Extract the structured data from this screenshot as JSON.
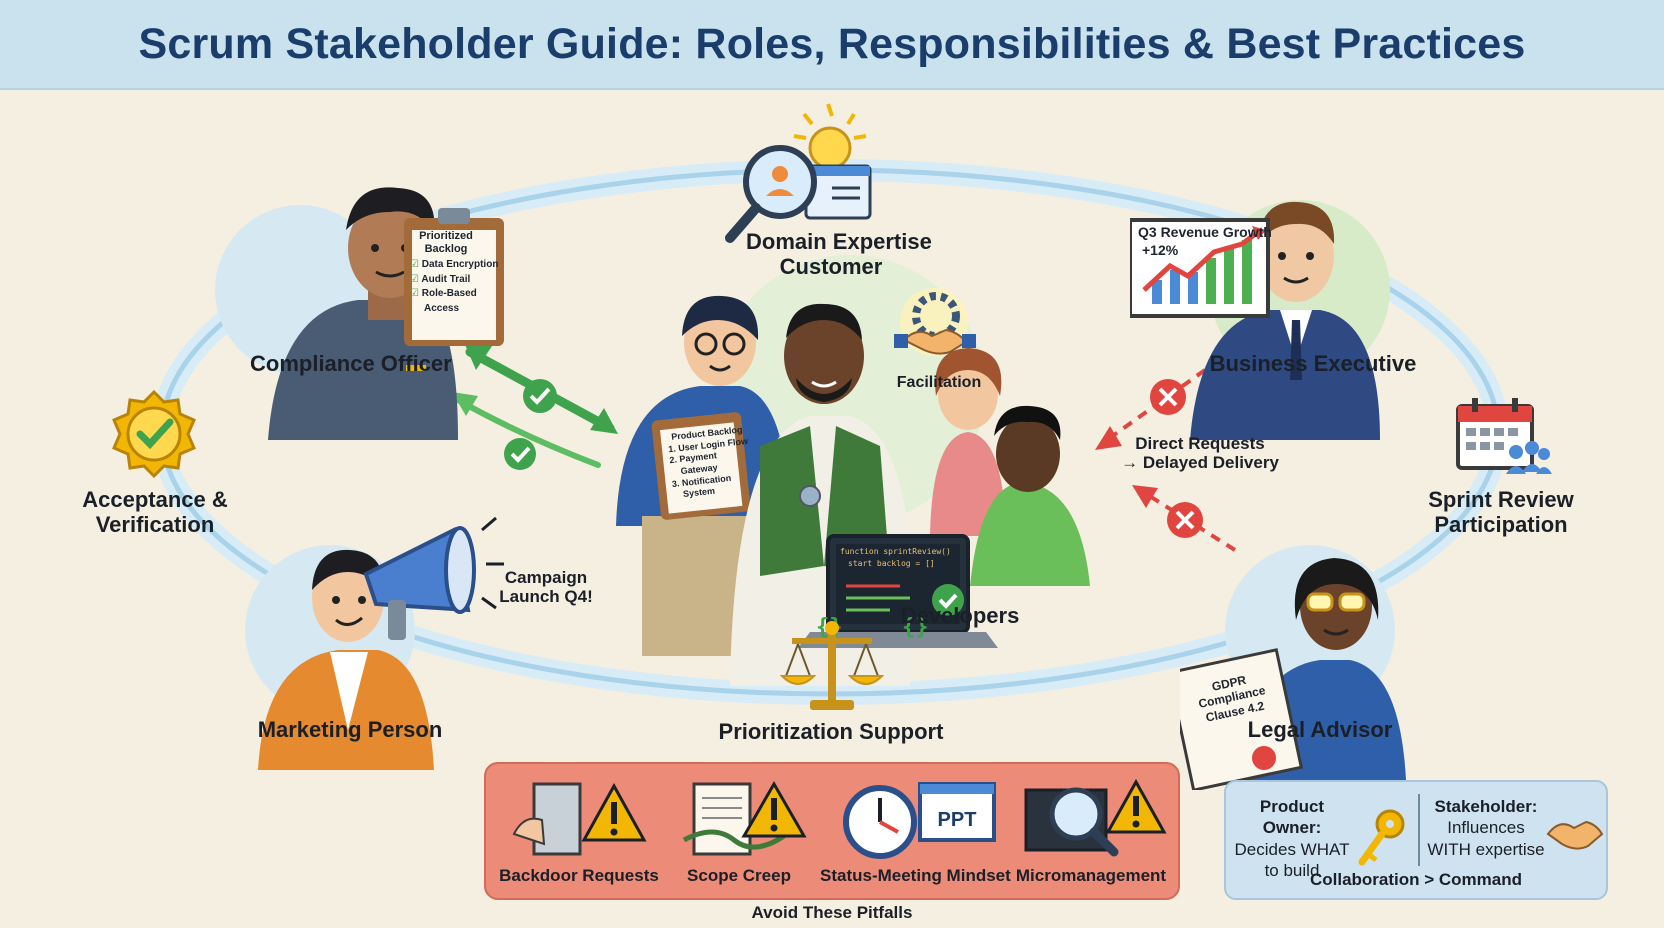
{
  "title": "Scrum Stakeholder Guide: Roles, Responsibilities & Best Practices",
  "stakeholders": {
    "compliance_officer": "Compliance Officer",
    "domain_expertise": "Domain Expertise",
    "customer": "Customer",
    "business_executive": "Business Executive",
    "marketing_person": "Marketing Person",
    "legal_advisor": "Legal Advisor",
    "developers": "Developers",
    "facilitation": "Facilitation"
  },
  "responsibilities": {
    "acceptance_line1": "Acceptance &",
    "acceptance_line2": "Verification",
    "sprint_review_line1": "Sprint Review",
    "sprint_review_line2": "Participation",
    "prioritization": "Prioritization Support"
  },
  "props": {
    "clipboard_title_1": "Prioritized",
    "clipboard_title_2": "Backlog",
    "clipboard_items": [
      "Data Encryption",
      "Audit Trail",
      "Role-Based",
      "Access"
    ],
    "po_clipboard_title": "Product Backlog",
    "po_clipboard_items": [
      "1. User Login Flow",
      "2. Payment",
      "Gateway",
      "3. Notification",
      "System"
    ],
    "chart_title": "Q3 Revenue Growth",
    "chart_value": "+12%",
    "campaign_line1": "Campaign",
    "campaign_line2": "Launch Q4!",
    "gdpr_line1": "GDPR",
    "gdpr_line2": "Compliance",
    "gdpr_line3": "Clause 4.2",
    "code_line1": "function sprintReview()",
    "code_line2": "start backlog = []",
    "direct_line1": "Direct Requests",
    "direct_line2": "→ Delayed Delivery",
    "ppt": "PPT"
  },
  "pitfalls": {
    "caption": "Avoid These Pitfalls",
    "items": [
      "Backdoor Requests",
      "Scope Creep",
      "Status-Meeting Mindset",
      "Micromanagement"
    ]
  },
  "comparison": {
    "po_head": "Product Owner:",
    "po_line1": "Decides WHAT",
    "po_line2": "to build",
    "sh_head": "Stakeholder:",
    "sh_line1": "Influences",
    "sh_line2": "WITH expertise",
    "footer": "Collaboration > Command"
  },
  "colors": {
    "header_bg": "#c9e2ee",
    "title": "#1b3d6b",
    "ring": "#bfe0f0",
    "approve_green": "#3fa34d",
    "warning_red": "#e0463f",
    "pitfall_bg": "#ec8b78",
    "comparison_bg": "#cfe2ef"
  }
}
